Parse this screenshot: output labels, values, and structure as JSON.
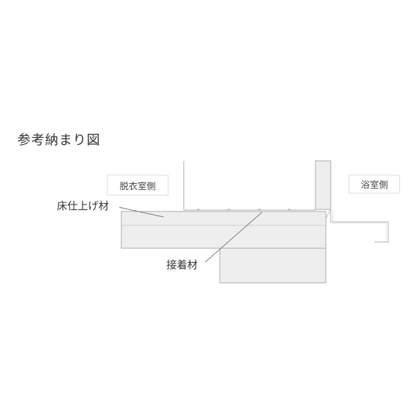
{
  "title": "参考納まり図",
  "labels": {
    "dressing_room_side": "脱衣室側",
    "bathroom_side": "浴室側",
    "floor_finish": "床仕上げ材",
    "adhesive": "接着材"
  },
  "colors": {
    "fill": "#eeeeee",
    "line": "#aaaaaa",
    "leader": "#777777"
  }
}
